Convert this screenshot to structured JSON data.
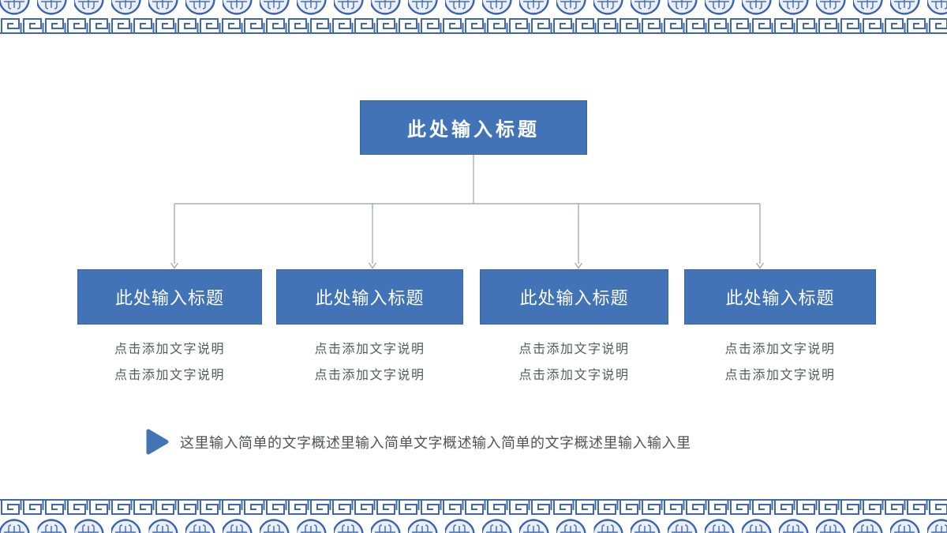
{
  "colors": {
    "accent_blue": "#4173b6",
    "ornament_blue": "#3f66b0",
    "connector_gray": "#9aa0a6",
    "body_text_gray": "#55585c"
  },
  "ornaments": {
    "top": "medallion-and-meander-border",
    "bottom": "meander-and-medallion-border"
  },
  "diagram": {
    "root": {
      "label": "此处输入标题"
    },
    "children": [
      {
        "label": "此处输入标题",
        "descriptions": [
          "点击添加文字说明",
          "点击添加文字说明"
        ]
      },
      {
        "label": "此处输入标题",
        "descriptions": [
          "点击添加文字说明",
          "点击添加文字说明"
        ]
      },
      {
        "label": "此处输入标题",
        "descriptions": [
          "点击添加文字说明",
          "点击添加文字说明"
        ]
      },
      {
        "label": "此处输入标题",
        "descriptions": [
          "点击添加文字说明",
          "点击添加文字说明"
        ]
      }
    ]
  },
  "footer": {
    "bullet_icon": "right-triangle",
    "text": "这里输入简单的文字概述里输入简单文字概述输入简单的文字概述里输入输入里"
  }
}
